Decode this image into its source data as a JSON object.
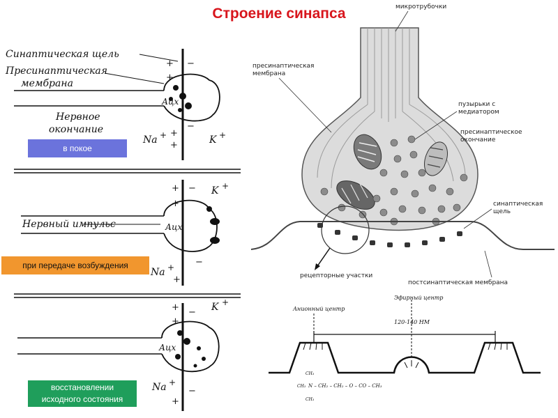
{
  "title": "Строение синапса",
  "left_panel": {
    "labels": {
      "cleft": "Синаптическая щель",
      "presyn_membrane_1": "Пресинаптическая",
      "presyn_membrane_2": "мембрана",
      "ending_1": "Нервное",
      "ending_2": "окончание",
      "ach": "Ацх",
      "impulse": "Нервный импульс"
    },
    "ions": {
      "na": "Na",
      "k": "K",
      "plus": "+",
      "minus": "−"
    },
    "states": {
      "rest": "в покое",
      "transmit": "при передаче возбуждения",
      "restore_1": "восстановлении",
      "restore_2": "исходного состояния"
    }
  },
  "right_panel": {
    "labels": {
      "microtubules": "микротрубочки",
      "presyn_1": "пресинаптическая",
      "presyn_2": "мембрана",
      "vesicles_1": "пузырьки с",
      "vesicles_2": "медиатором",
      "ending_1": "пресинаптическое",
      "ending_2": "окончание",
      "cleft_1": "синаптическая",
      "cleft_2": "щель",
      "receptor": "рецепторные участки",
      "postsyn": "постсинаптическая мембрана"
    }
  },
  "bottom_panel": {
    "labels": {
      "anionic": "Анионный центр",
      "ester": "Эфирный центр",
      "distance": "120-140 НМ"
    },
    "formula": {
      "main": "N – CH₂ – CH₂ – O – CO – CH₃",
      "ch3": "CH₃"
    }
  },
  "colors": {
    "title": "#d8151c",
    "rest_box": "#6b73dc",
    "transmit_box": "#f1962e",
    "restore_box": "#1f9e5b"
  }
}
